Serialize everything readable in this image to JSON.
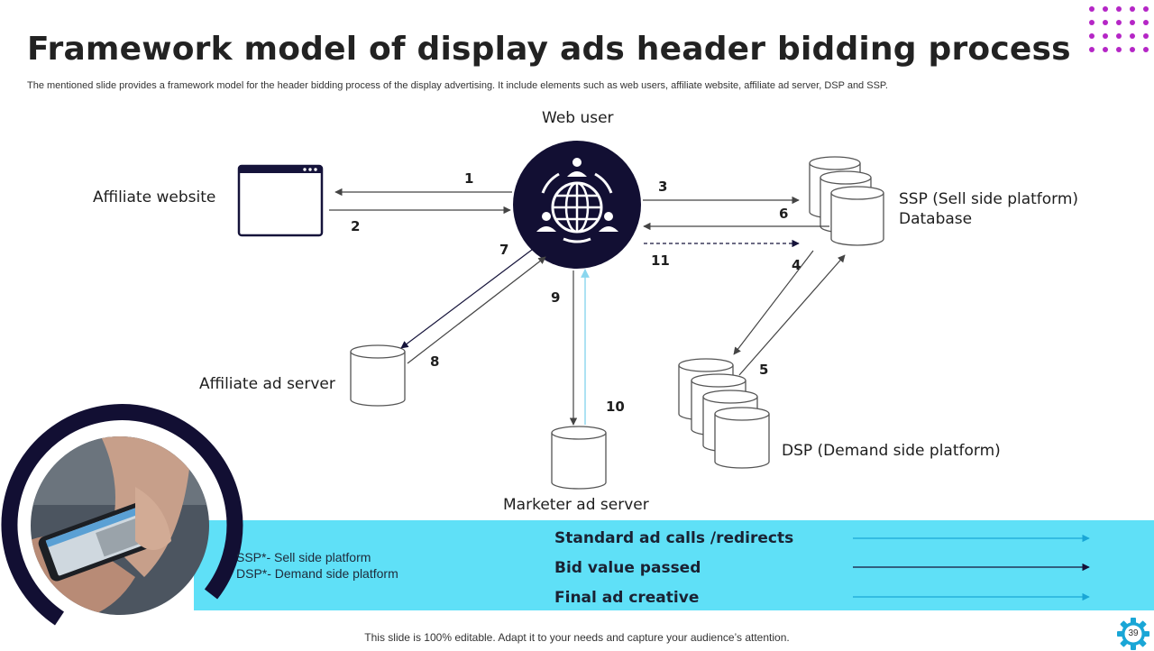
{
  "slide": {
    "title": "Framework model of display ads header bidding process",
    "subtitle": "The mentioned slide provides a framework model for the header bidding process of the display advertising. It include elements such as web users, affiliate website, affiliate ad server, DSP and SSP.",
    "footer": "This slide is 100% editable. Adapt it to your needs and capture your audience’s attention.",
    "page_number": "39"
  },
  "nodes": {
    "web_user": "Web user",
    "affiliate_website": "Affiliate website",
    "ssp_line1": "SSP (Sell side platform)",
    "ssp_line2": "Database",
    "affiliate_ad_server": "Affiliate ad server",
    "marketer_ad_server": "Marketer ad server",
    "dsp": "DSP (Demand side platform)"
  },
  "steps": [
    "1",
    "2",
    "3",
    "4",
    "5",
    "6",
    "7",
    "8",
    "9",
    "10",
    "11"
  ],
  "abbreviations": [
    "SSP*- Sell side platform",
    "DSP*- Demand side platform"
  ],
  "legend": [
    {
      "label": "Standard ad calls /redirects",
      "color": "#1aa6d6"
    },
    {
      "label": "Bid value passed",
      "color": "#15133a"
    },
    {
      "label": "Final ad creative",
      "color": "#1aa6d6"
    }
  ],
  "colors": {
    "accent_navy": "#120f33",
    "accent_cyan": "#5fe0f7",
    "accent_magenta": "#b526c6",
    "arrow_light_blue": "#8ad6ee"
  }
}
